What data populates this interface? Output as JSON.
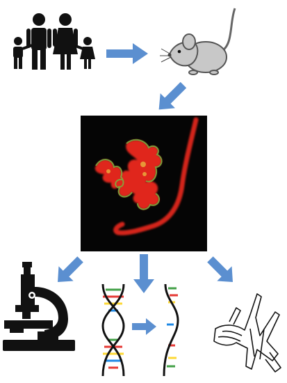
{
  "diagram": {
    "nodes": [
      {
        "id": "family",
        "icon": "family-icon"
      },
      {
        "id": "mouse",
        "icon": "mouse-icon"
      },
      {
        "id": "micrograph",
        "icon": "fluorescence-micrograph-image"
      },
      {
        "id": "microscope",
        "icon": "microscope-icon"
      },
      {
        "id": "dna",
        "icon": "dna-icon"
      },
      {
        "id": "neuromuscular",
        "icon": "anatomical-sketch-icon"
      }
    ],
    "edges": [
      {
        "from": "family",
        "to": "mouse"
      },
      {
        "from": "mouse",
        "to": "micrograph"
      },
      {
        "from": "micrograph",
        "to": "microscope"
      },
      {
        "from": "micrograph",
        "to": "dna"
      },
      {
        "from": "micrograph",
        "to": "neuromuscular"
      },
      {
        "from": "dna-left",
        "to": "dna-right"
      }
    ],
    "colors": {
      "arrow": "#5b8fd0",
      "micrograph_bg": "#050505",
      "micrograph_red": "#e0281e",
      "micrograph_green": "#7cb342",
      "dna_base_red": "#e53935",
      "dna_base_green": "#43a047",
      "dna_base_yellow": "#fdd835",
      "dna_base_blue": "#1e88e5",
      "dna_strand": "#111111",
      "mouse_fill": "#c8c8c8"
    }
  }
}
